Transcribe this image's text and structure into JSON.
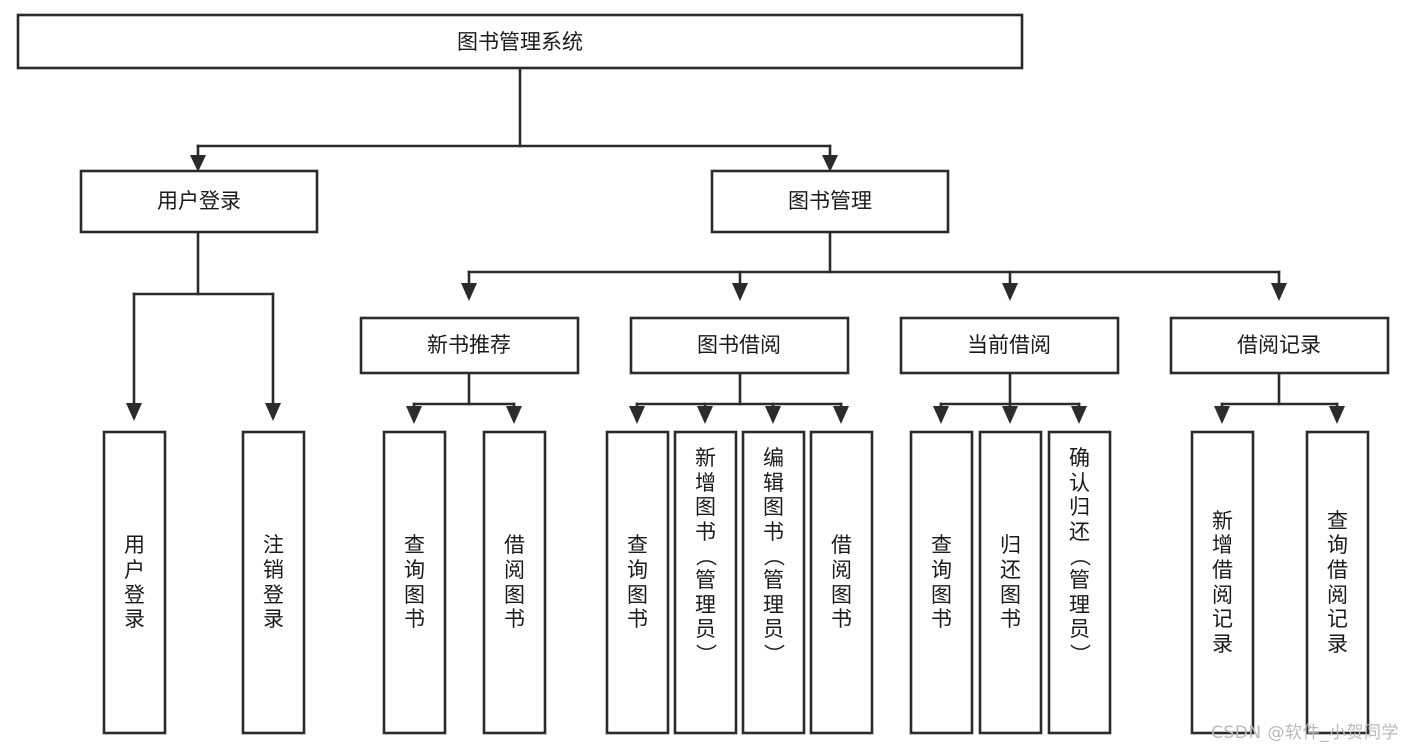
{
  "diagram": {
    "type": "tree-hierarchy",
    "title": "图书管理系统",
    "watermark": "CSDN @软件_小贺同学",
    "colors": {
      "stroke": "#2b2b2b",
      "fill": "#ffffff",
      "text": "#1a1a1a",
      "watermark": "#b9b9b9",
      "background": "#ffffff"
    },
    "levels": [
      {
        "level": 1,
        "nodes": [
          {
            "id": "root",
            "label": "图书管理系统",
            "orientation": "horizontal"
          }
        ]
      },
      {
        "level": 2,
        "nodes": [
          {
            "id": "user-login",
            "label": "用户登录",
            "orientation": "horizontal",
            "parent": "root"
          },
          {
            "id": "book-manage",
            "label": "图书管理",
            "orientation": "horizontal",
            "parent": "root"
          }
        ]
      },
      {
        "level": 3,
        "nodes": [
          {
            "id": "new-book-recommend",
            "label": "新书推荐",
            "orientation": "horizontal",
            "parent": "book-manage"
          },
          {
            "id": "book-borrow",
            "label": "图书借阅",
            "orientation": "horizontal",
            "parent": "book-manage"
          },
          {
            "id": "current-borrow",
            "label": "当前借阅",
            "orientation": "horizontal",
            "parent": "book-manage"
          },
          {
            "id": "borrow-record",
            "label": "借阅记录",
            "orientation": "horizontal",
            "parent": "book-manage"
          }
        ]
      },
      {
        "level": 4,
        "nodes": [
          {
            "id": "leaf-user-login",
            "label": "用户登录",
            "orientation": "vertical",
            "parent": "user-login"
          },
          {
            "id": "leaf-logout",
            "label": "注销登录",
            "orientation": "vertical",
            "parent": "user-login"
          },
          {
            "id": "leaf-query-book-1",
            "label": "查询图书",
            "orientation": "vertical",
            "parent": "new-book-recommend"
          },
          {
            "id": "leaf-borrow-book-1",
            "label": "借阅图书",
            "orientation": "vertical",
            "parent": "new-book-recommend"
          },
          {
            "id": "leaf-query-book-2",
            "label": "查询图书",
            "orientation": "vertical",
            "parent": "book-borrow"
          },
          {
            "id": "leaf-add-book",
            "label": "新增图书（管理员）",
            "orientation": "vertical",
            "parent": "book-borrow"
          },
          {
            "id": "leaf-edit-book",
            "label": "编辑图书（管理员）",
            "orientation": "vertical",
            "parent": "book-borrow"
          },
          {
            "id": "leaf-borrow-book-2",
            "label": "借阅图书",
            "orientation": "vertical",
            "parent": "book-borrow"
          },
          {
            "id": "leaf-query-book-3",
            "label": "查询图书",
            "orientation": "vertical",
            "parent": "current-borrow"
          },
          {
            "id": "leaf-return-book",
            "label": "归还图书",
            "orientation": "vertical",
            "parent": "current-borrow"
          },
          {
            "id": "leaf-confirm-return",
            "label": "确认归还（管理员）",
            "orientation": "vertical",
            "parent": "current-borrow"
          },
          {
            "id": "leaf-add-record",
            "label": "新增借阅记录",
            "orientation": "vertical",
            "parent": "borrow-record"
          },
          {
            "id": "leaf-query-record",
            "label": "查询借阅记录",
            "orientation": "vertical",
            "parent": "borrow-record"
          }
        ]
      }
    ]
  },
  "nodes": {
    "root": {
      "label": "图书管理系统"
    },
    "user_login": {
      "label": "用户登录"
    },
    "book_manage": {
      "label": "图书管理"
    },
    "new_book_recommend": {
      "label": "新书推荐"
    },
    "book_borrow": {
      "label": "图书借阅"
    },
    "current_borrow": {
      "label": "当前借阅"
    },
    "borrow_record": {
      "label": "借阅记录"
    },
    "leaf_user_login": {
      "label": "用户登录"
    },
    "leaf_logout": {
      "label": "注销登录"
    },
    "leaf_query_book_1": {
      "label": "查询图书"
    },
    "leaf_borrow_book_1": {
      "label": "借阅图书"
    },
    "leaf_query_book_2": {
      "label": "查询图书"
    },
    "leaf_add_book": {
      "label": "新增图书（管理员）"
    },
    "leaf_edit_book": {
      "label": "编辑图书（管理员）"
    },
    "leaf_borrow_book_2": {
      "label": "借阅图书"
    },
    "leaf_query_book_3": {
      "label": "查询图书"
    },
    "leaf_return_book": {
      "label": "归还图书"
    },
    "leaf_confirm_return": {
      "label": "确认归还（管理员）"
    },
    "leaf_add_record": {
      "label": "新增借阅记录"
    },
    "leaf_query_record": {
      "label": "查询借阅记录"
    }
  },
  "watermark": {
    "text": "CSDN @软件_小贺同学"
  }
}
